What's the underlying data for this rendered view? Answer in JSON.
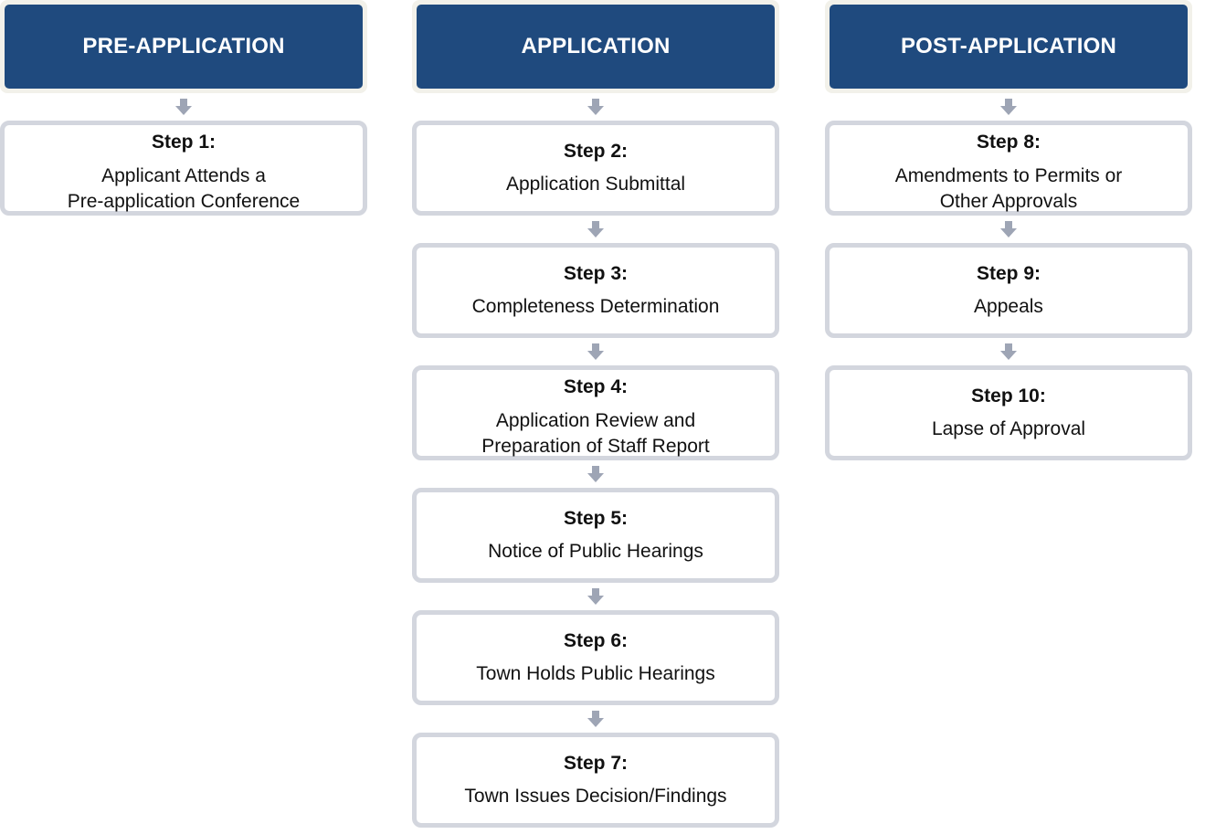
{
  "phases": [
    {
      "title": "PRE-APPLICATION",
      "steps": [
        {
          "title": "Step 1:",
          "desc": "Applicant Attends a\nPre-application Conference"
        }
      ]
    },
    {
      "title": "APPLICATION",
      "steps": [
        {
          "title": "Step 2:",
          "desc": "Application Submittal"
        },
        {
          "title": "Step 3:",
          "desc": "Completeness Determination"
        },
        {
          "title": "Step 4:",
          "desc": "Application Review and\nPreparation of Staff Report"
        },
        {
          "title": "Step 5:",
          "desc": "Notice of Public Hearings"
        },
        {
          "title": "Step 6:",
          "desc": "Town Holds Public Hearings"
        },
        {
          "title": "Step 7:",
          "desc": "Town Issues Decision/Findings"
        }
      ]
    },
    {
      "title": "POST-APPLICATION",
      "steps": [
        {
          "title": "Step 8:",
          "desc": "Amendments to Permits or\nOther Approvals"
        },
        {
          "title": "Step 9:",
          "desc": "Appeals"
        },
        {
          "title": "Step 10:",
          "desc": "Lapse of Approval"
        }
      ]
    }
  ],
  "colors": {
    "header_fill": "#1f4a7e",
    "header_frame": "#f2f1ea",
    "box_border": "#d3d6de",
    "arrow": "#9ea5b5"
  }
}
